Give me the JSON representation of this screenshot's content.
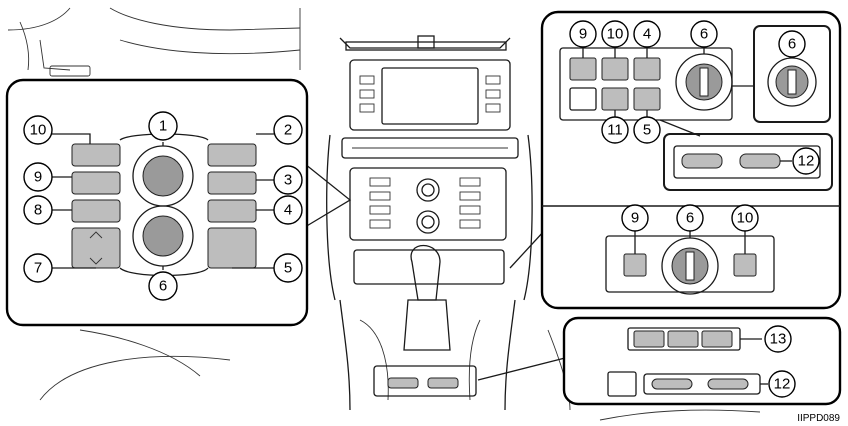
{
  "figure_code": "IIPPD089",
  "callouts": {
    "left": [
      "10",
      "9",
      "8",
      "7",
      "1",
      "6",
      "2",
      "3",
      "4",
      "5"
    ],
    "top_right": [
      "9",
      "10",
      "4",
      "6",
      "11",
      "5",
      "6",
      "12"
    ],
    "middle_right": [
      "9",
      "6",
      "10"
    ],
    "bottom_right": [
      "13",
      "12"
    ]
  }
}
